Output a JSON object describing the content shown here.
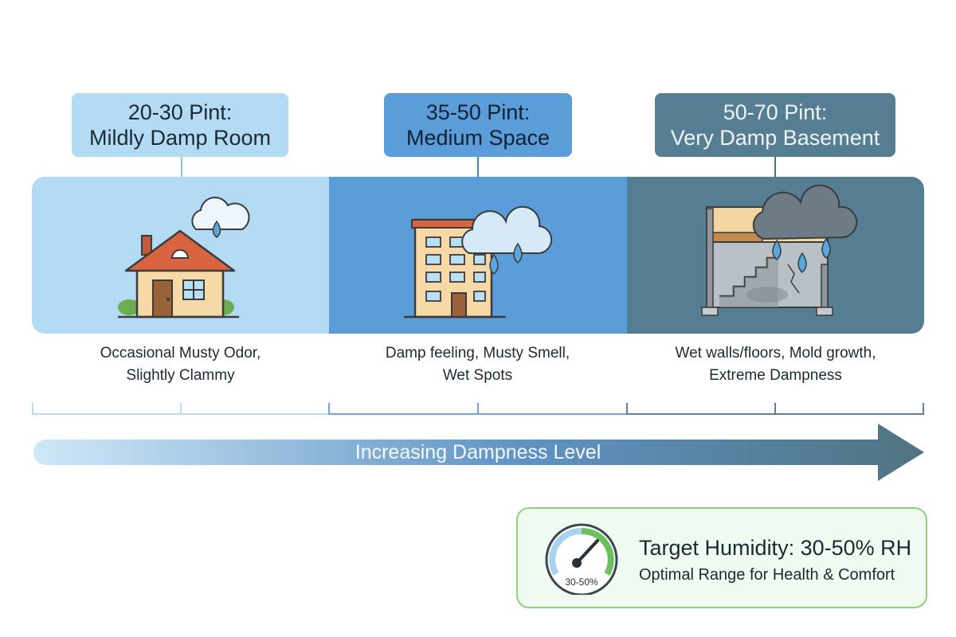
{
  "tiers": [
    {
      "label_line1": "20-30 Pint:",
      "label_line2": "Mildly Damp Room",
      "desc_line1": "Occasional Musty Odor,",
      "desc_line2": "Slightly Clammy",
      "icon": "house-rain-icon",
      "color": "#b4dbf4"
    },
    {
      "label_line1": "35-50 Pint:",
      "label_line2": "Medium Space",
      "desc_line1": "Damp feeling, Musty Smell,",
      "desc_line2": "Wet Spots",
      "icon": "apartment-rain-icon",
      "color": "#5a9dd8"
    },
    {
      "label_line1": "50-70 Pint:",
      "label_line2": "Very Damp Basement",
      "desc_line1": "Wet walls/floors, Mold growth,",
      "desc_line2": "Extreme Dampness",
      "icon": "basement-rain-icon",
      "color": "#567e92"
    }
  ],
  "arrow": {
    "label": "Increasing Dampness Level",
    "color_start": "#cfe8f8",
    "color_end": "#4f7382"
  },
  "target": {
    "title": "Target Humidity: 30-50% RH",
    "subtitle": "Optimal Range for Health & Comfort",
    "gauge_label": "30-50%",
    "accent": "#8fcf84"
  }
}
